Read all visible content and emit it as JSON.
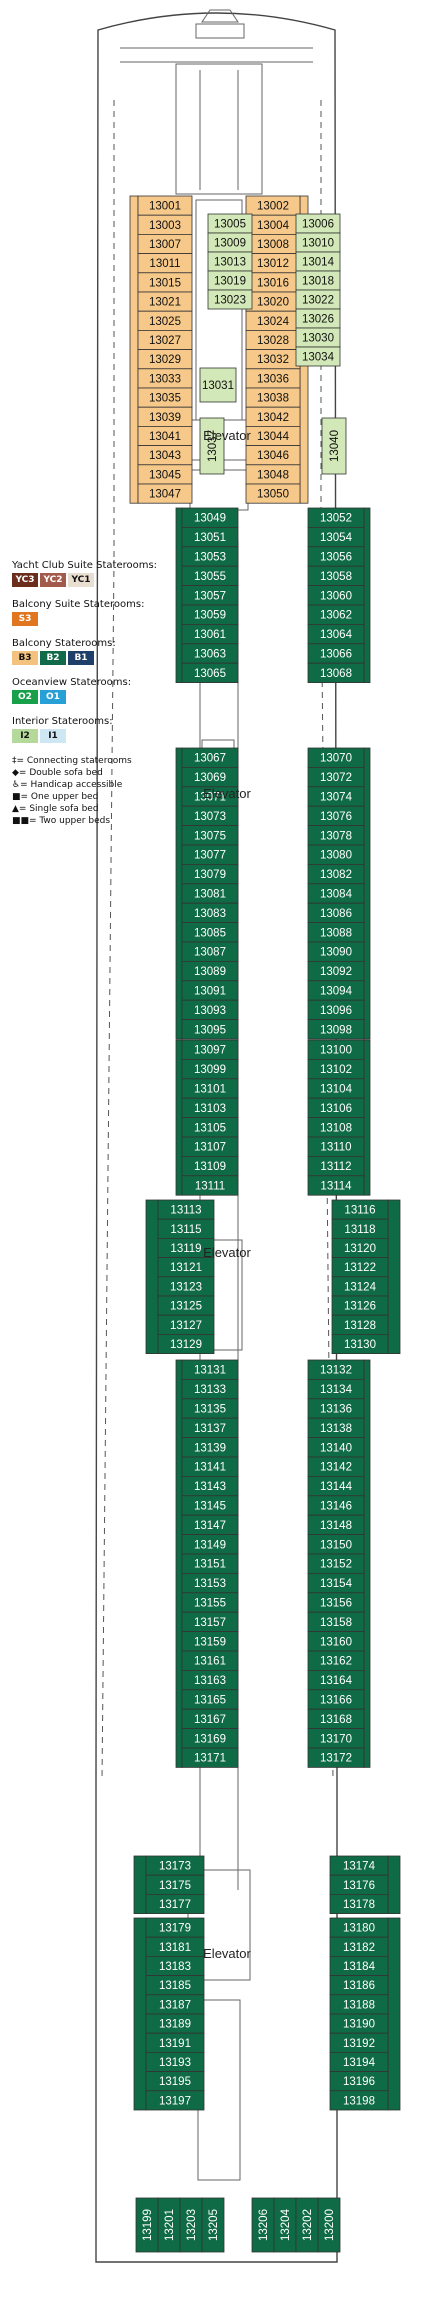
{
  "elevator_label": "Elevator",
  "colors": {
    "yacht": "#f6c98a",
    "suite_light": "#d3e8b8",
    "balcony": "#0f6b45",
    "walls": "#555555"
  },
  "legend": {
    "yacht_title": "Yacht Club Suite Staterooms:",
    "yacht_codes": [
      "YC3",
      "YC2",
      "YC1"
    ],
    "yacht_colors": [
      "#6b2e1d",
      "#a25a4a",
      "#e8dfd0"
    ],
    "balcony_suite_title": "Balcony Suite Staterooms:",
    "balcony_suite_codes": [
      "S3"
    ],
    "balcony_suite_colors": [
      "#e0761f"
    ],
    "balcony_title": "Balcony Staterooms:",
    "balcony_codes": [
      "B3",
      "B2",
      "B1"
    ],
    "balcony_code_colors": [
      "#f3c27e",
      "#116b4a",
      "#1f3f6b"
    ],
    "ocean_title": "Oceanview Staterooms:",
    "ocean_codes": [
      "O2",
      "O1"
    ],
    "ocean_colors": [
      "#17a049",
      "#27a0d6"
    ],
    "interior_title": "Interior Staterooms:",
    "interior_codes": [
      "I2",
      "I1"
    ],
    "interior_colors": [
      "#b4d99a",
      "#cfe6f3"
    ],
    "notes": [
      "‡= Connecting staterooms",
      "◆= Double sofa bed",
      "♿= Handicap accessible",
      "■= One upper bed",
      "▲= Single sofa bed",
      "■■= Two upper beds"
    ]
  },
  "yacht_left": [
    "13001",
    "13003",
    "13007",
    "13011",
    "13015",
    "13021",
    "13025",
    "13027",
    "13029",
    "13033",
    "13035",
    "13039",
    "13041",
    "13043",
    "13045",
    "13047"
  ],
  "yacht_right": [
    "13002",
    "13004",
    "13008",
    "13012",
    "13016",
    "13020",
    "13024",
    "13028",
    "13032",
    "13036",
    "13038",
    "13042",
    "13044",
    "13046",
    "13048",
    "13050"
  ],
  "inner_left": [
    "13005",
    "13009",
    "13013",
    "13019",
    "13023"
  ],
  "inner_right": [
    "13006",
    "13010",
    "13014",
    "13018",
    "13022",
    "13026",
    "13030",
    "13034"
  ],
  "inner_singles": [
    "13031",
    "13037",
    "13040"
  ],
  "mid_left_1": [
    "13049",
    "13051",
    "13053",
    "13055",
    "13057",
    "13059",
    "13061",
    "13063",
    "13065"
  ],
  "mid_right_1": [
    "13052",
    "13054",
    "13056",
    "13058",
    "13060",
    "13062",
    "13064",
    "13066",
    "13068"
  ],
  "mid_left_2": [
    "13067",
    "13069",
    "13071",
    "13073",
    "13075",
    "13077",
    "13079",
    "13081",
    "13083",
    "13085",
    "13087",
    "13089",
    "13091",
    "13093",
    "13095"
  ],
  "mid_right_2": [
    "13070",
    "13072",
    "13074",
    "13076",
    "13078",
    "13080",
    "13082",
    "13084",
    "13086",
    "13088",
    "13090",
    "13092",
    "13094",
    "13096",
    "13098"
  ],
  "mid_left_3": [
    "13097",
    "13099",
    "13101",
    "13103",
    "13105",
    "13107",
    "13109",
    "13111"
  ],
  "mid_right_3": [
    "13100",
    "13102",
    "13104",
    "13106",
    "13108",
    "13110",
    "13112",
    "13114"
  ],
  "wide_left_1": [
    "13113",
    "13115",
    "13119",
    "13121",
    "13123",
    "13125",
    "13127",
    "13129"
  ],
  "wide_right_1": [
    "13116",
    "13118",
    "13120",
    "13122",
    "13124",
    "13126",
    "13128",
    "13130"
  ],
  "mid_left_4": [
    "13131",
    "13133",
    "13135",
    "13137",
    "13139",
    "13141",
    "13143",
    "13145",
    "13147",
    "13149",
    "13151",
    "13153",
    "13155",
    "13157",
    "13159",
    "13161",
    "13163",
    "13165",
    "13167",
    "13169",
    "13171"
  ],
  "mid_right_4": [
    "13132",
    "13134",
    "13136",
    "13138",
    "13140",
    "13142",
    "13144",
    "13146",
    "13148",
    "13150",
    "13152",
    "13154",
    "13156",
    "13158",
    "13160",
    "13162",
    "13164",
    "13166",
    "13168",
    "13170",
    "13172"
  ],
  "aft_left_1": [
    "13173",
    "13175",
    "13177"
  ],
  "aft_right_1": [
    "13174",
    "13176",
    "13178"
  ],
  "aft_left_2": [
    "13179",
    "13181",
    "13183",
    "13185",
    "13187",
    "13189",
    "13191",
    "13193",
    "13195",
    "13197"
  ],
  "aft_right_2": [
    "13180",
    "13182",
    "13184",
    "13186",
    "13188",
    "13190",
    "13192",
    "13194",
    "13196",
    "13198"
  ],
  "aft_vertical": [
    "13199",
    "13201",
    "13203",
    "13205",
    "13206",
    "13204",
    "13202",
    "13200"
  ]
}
